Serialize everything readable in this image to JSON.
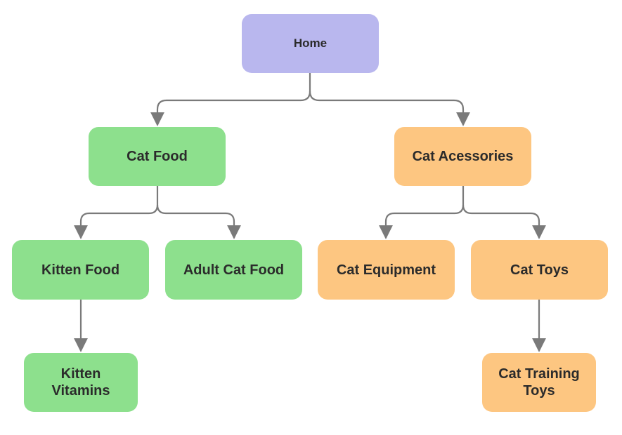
{
  "colors": {
    "home": "#b9b7ee",
    "food": "#8de08d",
    "accessories": "#fdc681",
    "connector": "#7a7a7a"
  },
  "nodes": {
    "home": "Home",
    "cat_food": "Cat Food",
    "cat_accessories": "Cat Acessories",
    "kitten_food": "Kitten Food",
    "adult_cat_food": "Adult Cat Food",
    "kitten_vitamins": "Kitten\nVitamins",
    "cat_equipment": "Cat Equipment",
    "cat_toys": "Cat Toys",
    "cat_training_toys": "Cat Training\nToys"
  }
}
